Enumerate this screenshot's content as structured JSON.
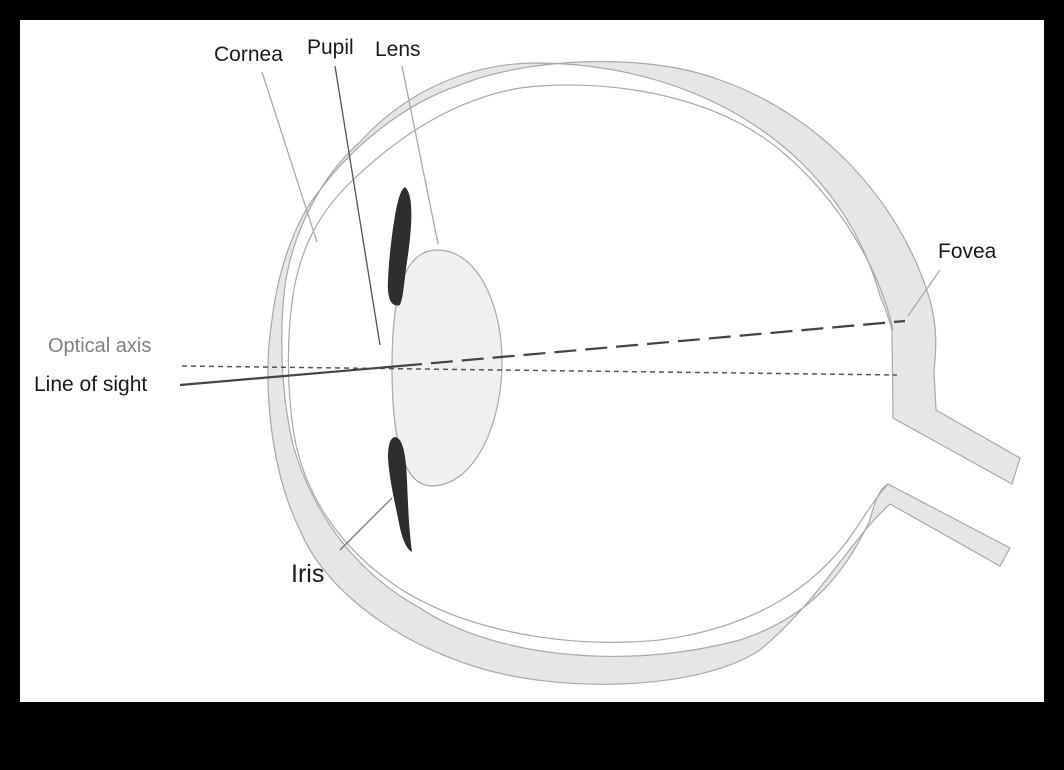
{
  "labels": {
    "cornea": "Cornea",
    "pupil": "Pupil",
    "lens": "Lens",
    "fovea": "Fovea",
    "optical_axis": "Optical axis",
    "line_of_sight": "Line of sight",
    "iris": "Iris"
  },
  "colors": {
    "background": "#000000",
    "panel": "#ffffff",
    "eye_wall": "#e6e6e6",
    "lens": "#f0f0f0",
    "iris": "#2e2e2e",
    "outline": "#a8a8a8",
    "line_of_sight": "#444444",
    "optical_axis": "#555555"
  }
}
